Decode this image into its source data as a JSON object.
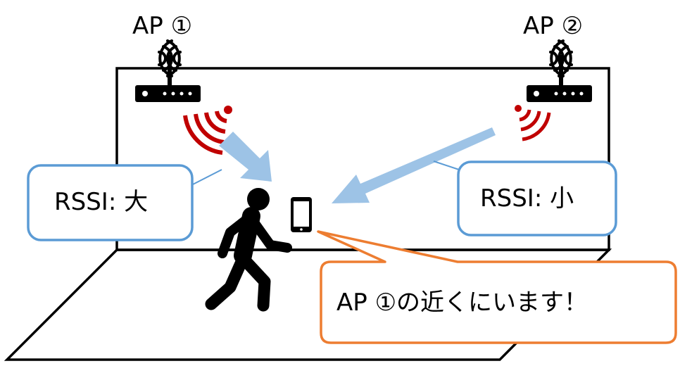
{
  "access_points": [
    {
      "label": "AP ①"
    },
    {
      "label": "AP ②"
    }
  ],
  "rssi_callouts": [
    {
      "text": "RSSI: 大"
    },
    {
      "text": "RSSI: 小"
    }
  ],
  "phone_message": "AP ①の近くにいます！",
  "colors": {
    "signal_red": "#c00000",
    "arrow_blue": "#9dc3e6",
    "callout_border_blue": "#5b9bd5",
    "callout_border_orange": "#ed7d31"
  },
  "icons": [
    "wifi-router-icon",
    "wifi-signal-icon",
    "walking-person-icon",
    "smartphone-icon"
  ]
}
